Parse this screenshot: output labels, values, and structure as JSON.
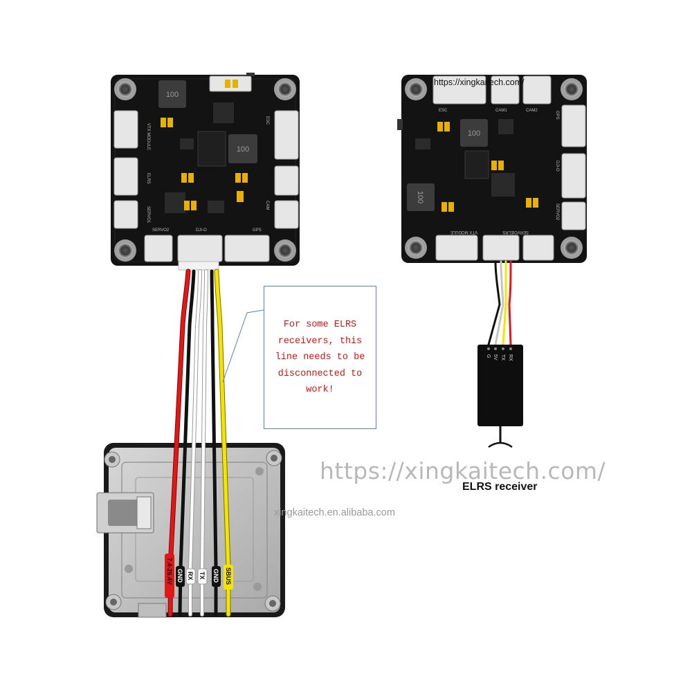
{
  "note": {
    "lines": [
      "For some ELRS",
      "receivers, this",
      "line needs to be",
      "disconnected to",
      "work!"
    ]
  },
  "watermarks": {
    "large": "https://xingkaitech.com/",
    "small": "xingkaitech.en.alibaba.com",
    "top": "https://xingkaitech.com/"
  },
  "receiver": {
    "caption": "ELRS receiver",
    "pins": [
      "G",
      "5V",
      "TX",
      "RX"
    ]
  },
  "harness_labels": [
    "7.4-26.4V",
    "GND",
    "RX",
    "TX",
    "GND",
    "SBUS"
  ],
  "board_left": {
    "chip_marks": [
      "100",
      "100"
    ],
    "silk_labels": [
      "VTX MODULE",
      "ELRS",
      "SERVO1",
      "SERVO2",
      "DJI-O",
      "GPS",
      "ESC",
      "CAM"
    ]
  },
  "board_right": {
    "chip_marks": [
      "100",
      "100"
    ],
    "silk_labels": [
      "ESC",
      "CAM1",
      "CAM2",
      "GPS",
      "DJI-O",
      "SERVO2",
      "SERVO1",
      "ELRS",
      "VTX MODULE"
    ]
  },
  "colors": {
    "wire_red": "#e01818",
    "wire_black": "#111111",
    "wire_white": "#ffffff",
    "wire_yellow": "#f5e400",
    "wire_gray": "#b9b9b9",
    "pcb": "#121212",
    "note_text": "#e01010",
    "note_border": "#5b7fc7"
  }
}
